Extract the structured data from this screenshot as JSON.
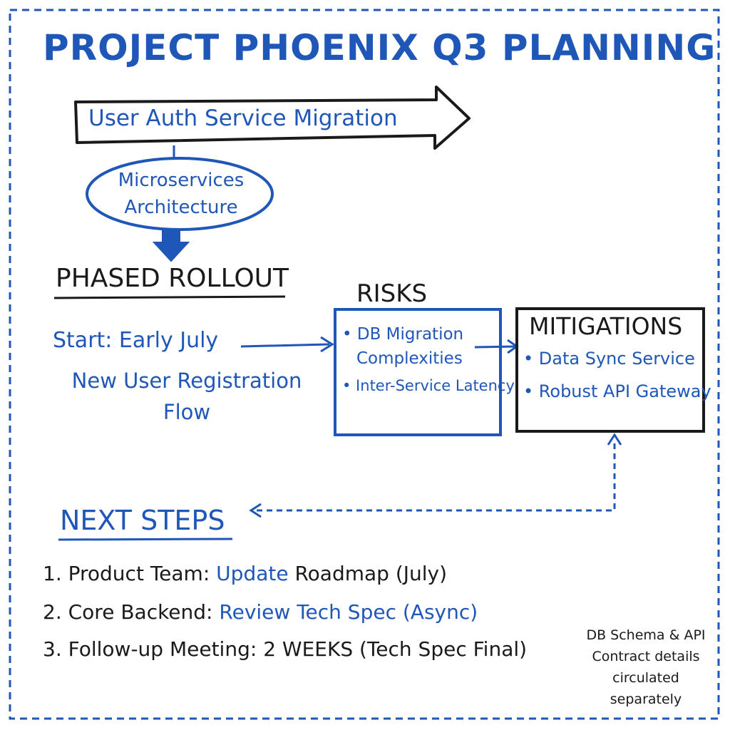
{
  "title": "PROJECT PHOENIX Q3 PLANNING",
  "migration_arrow": {
    "label": "User Auth Service Migration"
  },
  "architecture": {
    "line1": "Microservices",
    "line2": "Architecture"
  },
  "rollout": {
    "heading": "PHASED ROLLOUT",
    "start": "Start: Early July",
    "flow_line1": "New User Registration",
    "flow_line2": "Flow"
  },
  "risks": {
    "heading": "RISKS",
    "items": [
      "• DB Migration",
      "Complexities",
      "• Inter-Service Latency"
    ]
  },
  "mitigations": {
    "heading": "MITIGATIONS",
    "items": [
      "• Data Sync Service",
      "• Robust API Gateway"
    ]
  },
  "next_steps": {
    "heading": "NEXT STEPS",
    "steps": [
      {
        "prefix": "1. Product Team: ",
        "highlight": "Update",
        "suffix": " Roadmap (July)"
      },
      {
        "prefix": "2. Core Backend: ",
        "highlight": "Review Tech Spec (Async)",
        "suffix": ""
      },
      {
        "prefix": "3. Follow-up Meeting: 2 WEEKS (Tech Spec Final)",
        "highlight": "",
        "suffix": ""
      }
    ]
  },
  "note": {
    "lines": [
      "DB Schema & API",
      "Contract details",
      "circulated",
      "separately"
    ]
  },
  "colors": {
    "ink_blue": "#1f57b8",
    "ink_black": "#1a1a1a",
    "background": "#ffffff"
  }
}
